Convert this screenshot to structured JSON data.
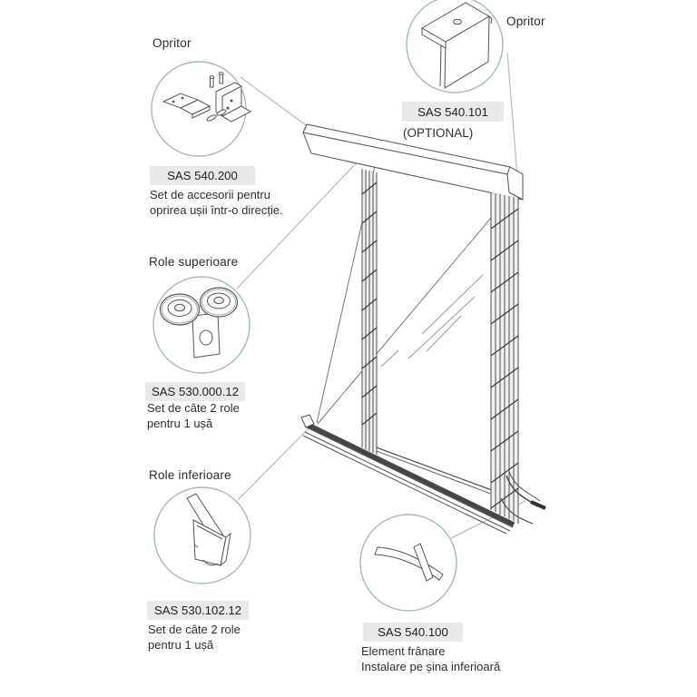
{
  "colors": {
    "circle_stroke": "#a4bcb1",
    "box_bg": "#e9e9e9",
    "text": "#2b2b2b",
    "leader": "#b5b5b5",
    "line": "#4f4f4f"
  },
  "groups": {
    "stopper_left": {
      "label": "Opritor",
      "code": "SAS 540.200",
      "desc1": "Set de accesorii pentru",
      "desc2": "oprirea ușii într-o direcție."
    },
    "stopper_right": {
      "label": "Opritor",
      "code": "SAS 540.101",
      "note": "(OPTIONAL)"
    },
    "upper_rollers": {
      "label": "Role superioare",
      "code": "SAS 530.000.12",
      "desc1": "Set de câte 2 role",
      "desc2": "pentru 1 ușă"
    },
    "lower_rollers": {
      "label": "Role inferioare",
      "code": "SAS 530.102.12",
      "desc1": "Set de câte 2 role",
      "desc2": "pentru 1 ușă"
    },
    "brake": {
      "code": "SAS 540.100",
      "desc1": "Element frânare",
      "desc2": "Instalare pe șina inferioară"
    }
  }
}
